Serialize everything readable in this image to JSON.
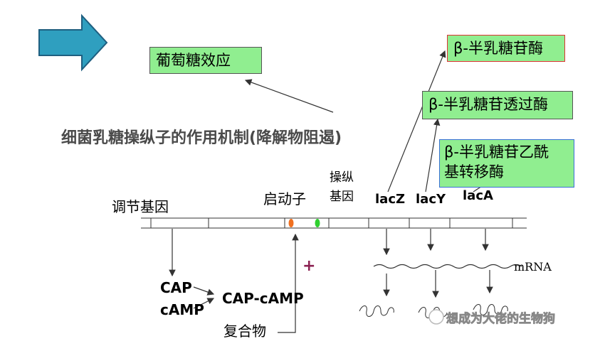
{
  "effect_box": "葡萄糖效应",
  "enzyme_beta_gal": "β-半乳糖苷酶",
  "enzyme_permease": "β-半乳糖苷透过酶",
  "enzyme_transacetylase_line1": "β-半乳糖苷乙酰",
  "enzyme_transacetylase_line2": "基转移酶",
  "title": "细菌乳糖操纵子的作用机制(降解物阻遏)",
  "regulator_gene": "调节基因",
  "promoter": "启动子",
  "operator_line1": "操纵",
  "operator_line2": "基因",
  "lacZ": "lacZ",
  "lacY": "lacY",
  "lacA": "lacA",
  "cap": "CAP",
  "camp": "cAMP",
  "cap_camp": "CAP-cAMP",
  "complex": "复合物",
  "plus_sign": "+",
  "mrna": "mRNA",
  "watermark": "想成为大佬的生物狗",
  "colors": {
    "arrow_fill": "#2f9fbf",
    "box_green": "#90ee90",
    "promoter_dot": "#f07020",
    "operator_dot": "#30d030",
    "plus": "#8b2252",
    "title_gray": "#4a4a4a"
  }
}
